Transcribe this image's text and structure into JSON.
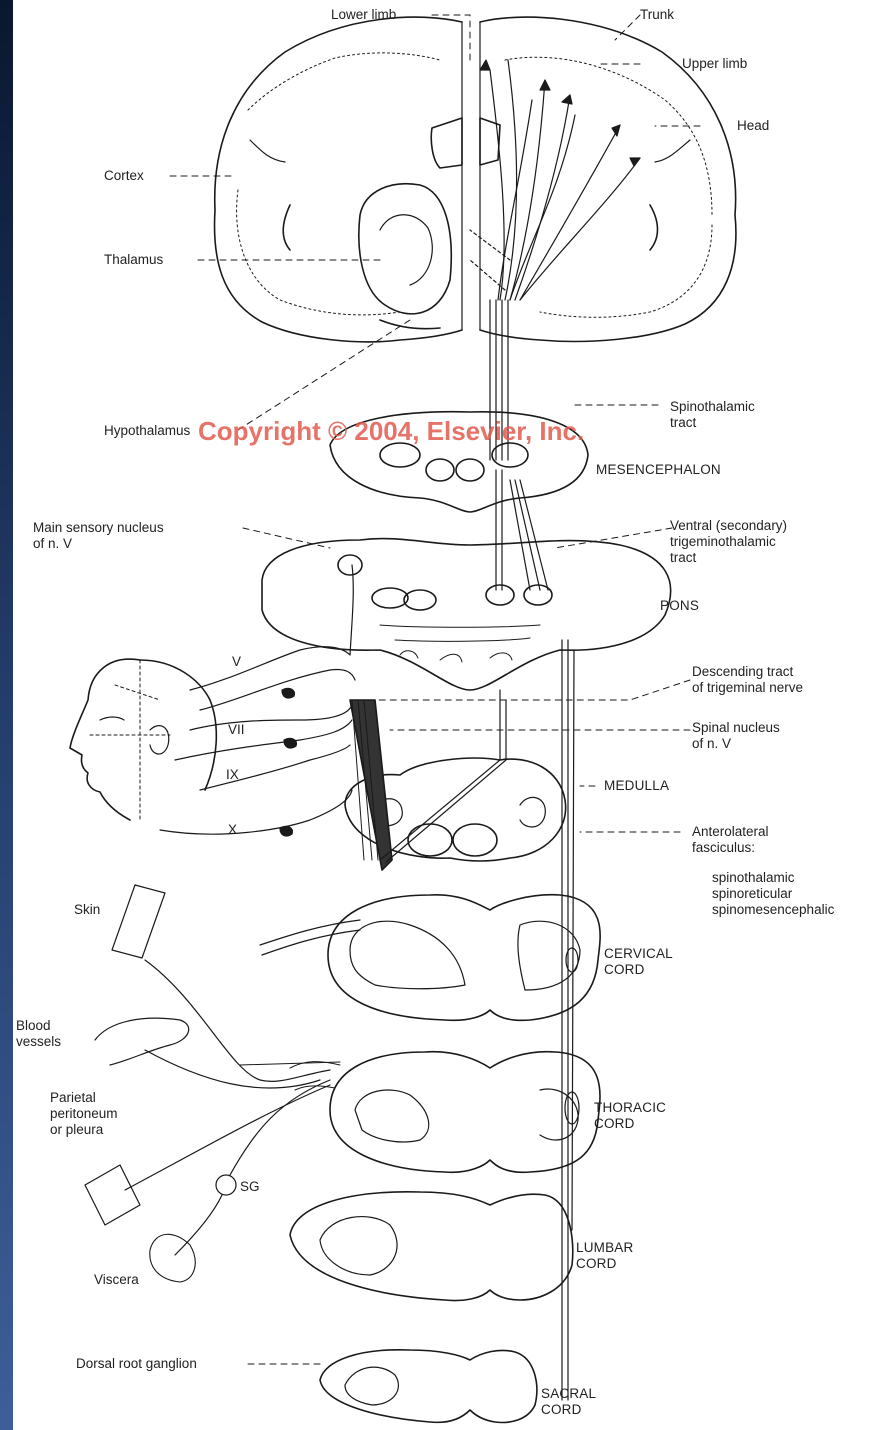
{
  "watermark": "Copyright © 2004, Elsevier, Inc.",
  "labels": {
    "lower_limb": "Lower limb",
    "trunk": "Trunk",
    "upper_limb": "Upper limb",
    "head": "Head",
    "cortex": "Cortex",
    "thalamus": "Thalamus",
    "spinothalamic_tract": "Spinothalamic\ntract",
    "hypothalamus": "Hypothalamus",
    "mesencephalon": "MESENCEPHALON",
    "main_sensory_nucleus": "Main sensory nucleus\nof n. V",
    "ventral_trigeminothalamic_tract": "Ventral (secondary)\ntrigeminothalamic\ntract",
    "pons": "PONS",
    "nerve_v": "V",
    "nerve_vii": "VII",
    "nerve_ix": "IX",
    "nerve_x": "X",
    "descending_tract": "Descending tract\nof trigeminal nerve",
    "spinal_nucleus": "Spinal nucleus\nof n. V",
    "medulla": "MEDULLA",
    "anterolateral_fasciculus": "Anterolateral\nfasciculus:",
    "fasciculus_components": "spinothalamic\nspinoreticular\nspinomesencephalic",
    "skin": "Skin",
    "cervical_cord": "CERVICAL\nCORD",
    "blood_vessels": "Blood\nvessels",
    "parietal_peritoneum": "Parietal\nperitoneum\nor pleura",
    "thoracic_cord": "THORACIC\nCORD",
    "sg": "SG",
    "lumbar_cord": "LUMBAR\nCORD",
    "viscera": "Viscera",
    "dorsal_root_ganglion": "Dorsal root ganglion",
    "sacral_cord": "SACRAL\nCORD"
  },
  "colors": {
    "line": "#1a1a1a",
    "watermark": "#e25a4e",
    "band": "#2a4678"
  }
}
